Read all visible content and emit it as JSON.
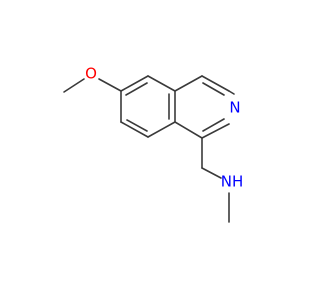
{
  "molecule": {
    "atoms": {
      "o_methoxy": "O",
      "n_ring": "N",
      "n_amine": "NH"
    },
    "colors": {
      "bond": "#3a3a3a",
      "oxygen": "#ff0000",
      "nitrogen": "#0000ff"
    }
  }
}
